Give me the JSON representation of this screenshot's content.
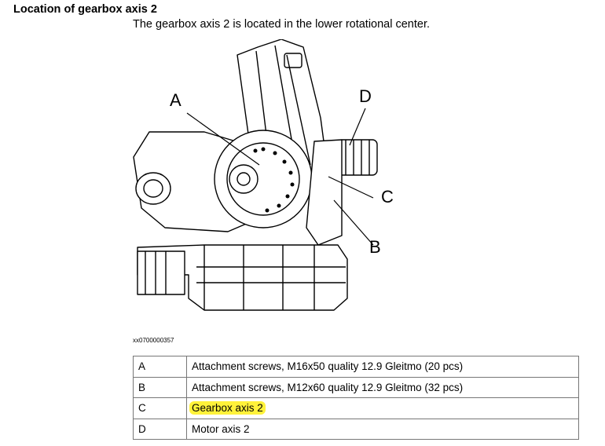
{
  "heading": "Location of gearbox axis 2",
  "subtitle": "The gearbox axis 2 is located in the lower rotational center.",
  "figure": {
    "labels": {
      "a": "A",
      "b": "B",
      "c": "C",
      "d": "D"
    },
    "id": "xx0700000357"
  },
  "legend": {
    "rows": [
      {
        "key": "A",
        "text": "Attachment screws, M16x50 quality 12.9 Gleitmo (20 pcs)",
        "highlighted": false
      },
      {
        "key": "B",
        "text": "Attachment screws, M12x60 quality 12.9 Gleitmo (32 pcs)",
        "highlighted": false
      },
      {
        "key": "C",
        "text": "Gearbox axis 2",
        "highlighted": true
      },
      {
        "key": "D",
        "text": "Motor axis 2",
        "highlighted": false
      }
    ],
    "highlight_color": "#fff23a"
  }
}
